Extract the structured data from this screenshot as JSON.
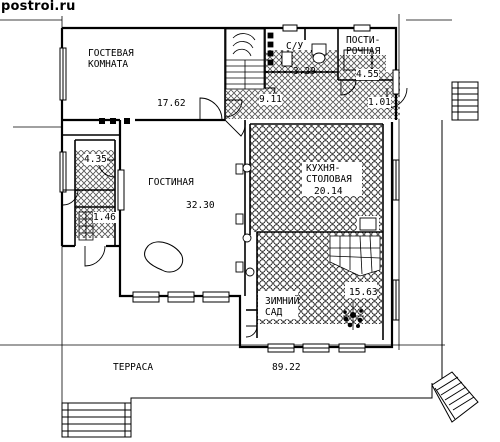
{
  "site": "postroi.ru",
  "rooms": {
    "guest": {
      "name_l1": "ГОСТЕВАЯ",
      "name_l2": "КОМНАТА",
      "area": "17.62"
    },
    "wc": {
      "name": "С/У",
      "area": "3.29"
    },
    "laundry": {
      "name_l1": "ПОСТИ-",
      "name_l2": "РОЧНАЯ",
      "area": "4.55"
    },
    "hall": {
      "area": "9.11"
    },
    "vestibule": {
      "area": "1.01"
    },
    "closet_a": {
      "area": "4.35"
    },
    "closet_b": {
      "area": "1.46"
    },
    "living": {
      "name": "ГОСТИНАЯ",
      "area": "32.30"
    },
    "kitchen": {
      "name_l1": "КУХНЯ-",
      "name_l2": "СТОЛОВАЯ",
      "area": "20.14"
    },
    "winter_garden": {
      "name_l1": "ЗИМНИЙ",
      "name_l2": "САД",
      "area": "15.63"
    },
    "terrace": {
      "name": "ТЕРРАСА",
      "area": "89.22"
    }
  }
}
